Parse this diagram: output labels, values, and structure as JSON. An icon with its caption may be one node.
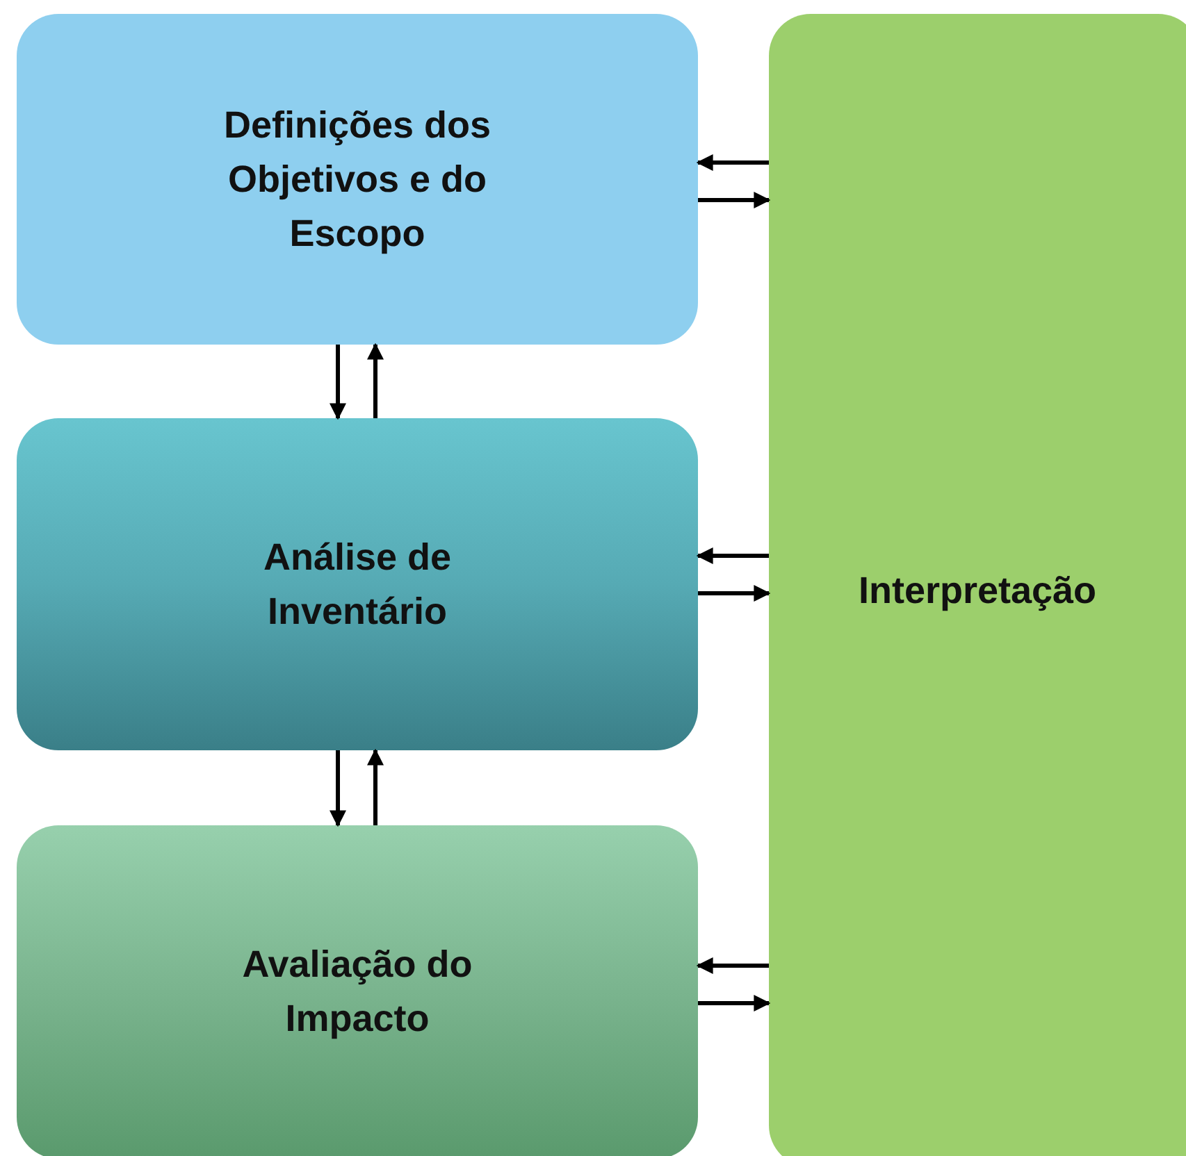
{
  "diagram": {
    "nodes": [
      {
        "text": [
          "Definições dos Objetivos e do Escopo"
        ]
      },
      {
        "text": [
          "Análise de Inventário"
        ]
      },
      {
        "text": [
          "Avaliação do Impacto"
        ]
      },
      {
        "text": [
          "Interpretação"
        ]
      }
    ],
    "edges": [
      {
        "from": 0,
        "to": 1,
        "arrow": "to"
      },
      {
        "from": 1,
        "to": 0,
        "arrow": "to"
      },
      {
        "from": 3,
        "to": 0,
        "arrow": "to"
      },
      {
        "from": 0,
        "to": 3,
        "arrow": "to"
      },
      {
        "from": 1,
        "to": 2,
        "arrow": "to"
      },
      {
        "from": 2,
        "to": 1,
        "arrow": "to"
      },
      {
        "from": 3,
        "to": 1,
        "arrow": "to"
      },
      {
        "from": 1,
        "to": 3,
        "arrow": "to"
      },
      {
        "from": 3,
        "to": 2,
        "arrow": "to"
      },
      {
        "from": 2,
        "to": 3,
        "arrow": "to"
      }
    ]
  }
}
